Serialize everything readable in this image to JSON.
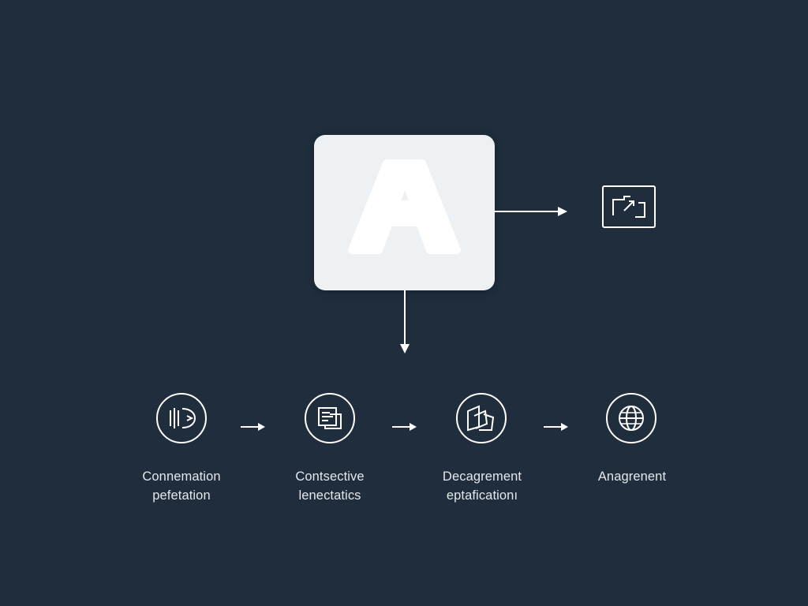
{
  "colors": {
    "background": "#1f2d3c",
    "hub_fill": "#eef1f4",
    "stroke": "#ffffff",
    "text": "#e4e8ec"
  },
  "hub": {
    "letter": "A"
  },
  "side_box": {
    "icon": "resize-frame-icon"
  },
  "steps": [
    {
      "icon": "signal-wave-icon",
      "line1": "Connemation",
      "line2": "pefetation"
    },
    {
      "icon": "document-icon",
      "line1": "Contsective",
      "line2": "lenectatics"
    },
    {
      "icon": "layers-icon",
      "line1": "Decagrement",
      "line2": "eptaficationı"
    },
    {
      "icon": "globe-icon",
      "line1": "Anagrenent",
      "line2": ""
    }
  ]
}
